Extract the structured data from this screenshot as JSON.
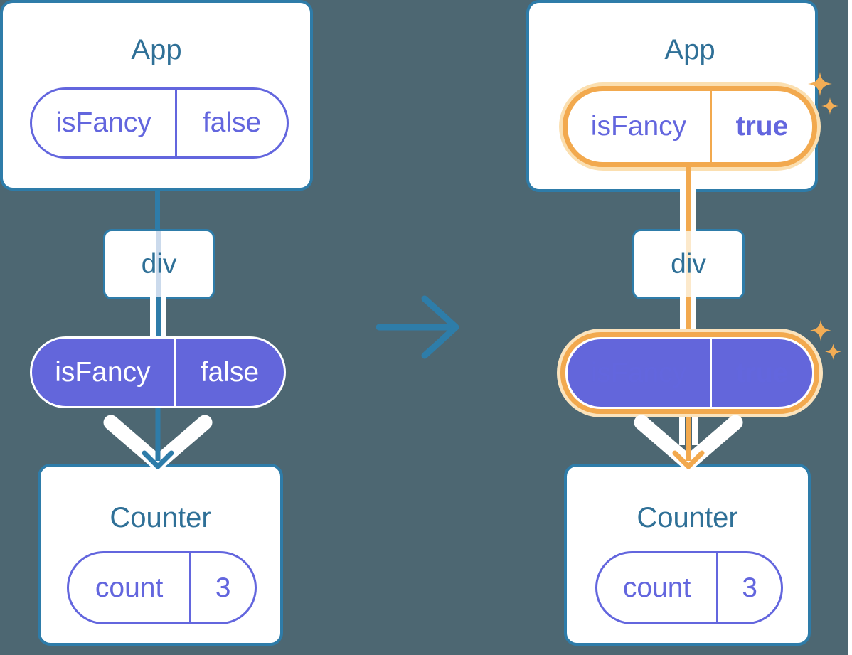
{
  "colors": {
    "background": "#4D6772",
    "page_edge": "#FFFFFF",
    "card_fill": "#FFFFFF",
    "card_border_blue": "#2E7CA9",
    "label_text_blue": "#2F7097",
    "purple_outline": "#6366DE",
    "purple_fill": "#6366DB",
    "highlight_orange": "#F2A94E",
    "highlight_halo": "#FBDFB0",
    "faint_line_blue": "#CBDAEC",
    "faint_line_orange": "#FCE9CB"
  },
  "left_tree": {
    "app": {
      "title": "App",
      "prop_pill": {
        "name": "isFancy",
        "value": "false"
      }
    },
    "div_box": {
      "label": "div"
    },
    "state_pill": {
      "name": "isFancy",
      "value": "false"
    },
    "counter": {
      "title": "Counter",
      "state_pill": {
        "name": "count",
        "value": "3"
      }
    }
  },
  "right_tree": {
    "app": {
      "title": "App",
      "prop_pill": {
        "name": "isFancy",
        "value": "true"
      }
    },
    "div_box": {
      "label": "div"
    },
    "state_pill": {
      "name": "isFancy",
      "value": "true"
    },
    "counter": {
      "title": "Counter",
      "state_pill": {
        "name": "count",
        "value": "3"
      }
    }
  }
}
